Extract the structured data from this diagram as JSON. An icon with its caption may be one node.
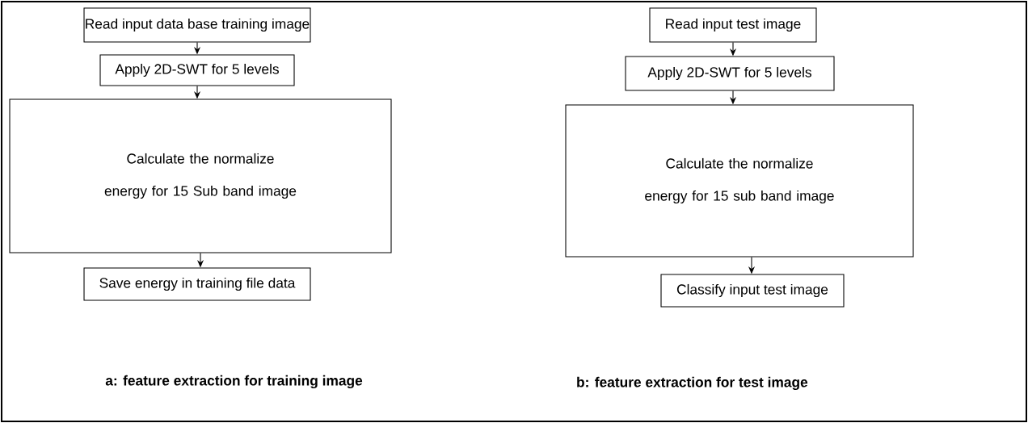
{
  "diagram": {
    "nodes": [
      {
        "text": [
          "Read input data base training image"
        ]
      },
      {
        "text": [
          "Apply 2D-SWT for 5 levels"
        ]
      },
      {
        "text": [
          "Calculate the normalize energy for 15 Sub band image"
        ]
      },
      {
        "text": [
          "Save energy in training file data"
        ]
      },
      {
        "text": [
          "Read input test image"
        ]
      },
      {
        "text": [
          "Apply 2D-SWT for 5 levels"
        ]
      },
      {
        "text": [
          "Calculate the normalize energy for 15 sub band image"
        ]
      },
      {
        "text": [
          "Classify input test image"
        ]
      }
    ],
    "edges": [
      {
        "from": 0,
        "to": 1,
        "arrow": "to"
      },
      {
        "from": 1,
        "to": 2,
        "arrow": "to"
      },
      {
        "from": 2,
        "to": 3,
        "arrow": "to"
      },
      {
        "from": 4,
        "to": 5,
        "arrow": "to"
      },
      {
        "from": 5,
        "to": 6,
        "arrow": "to"
      },
      {
        "from": 6,
        "to": 7,
        "arrow": "to"
      }
    ],
    "labels": [
      "a: feature extraction for training image",
      "b: feature extraction for test image"
    ]
  }
}
